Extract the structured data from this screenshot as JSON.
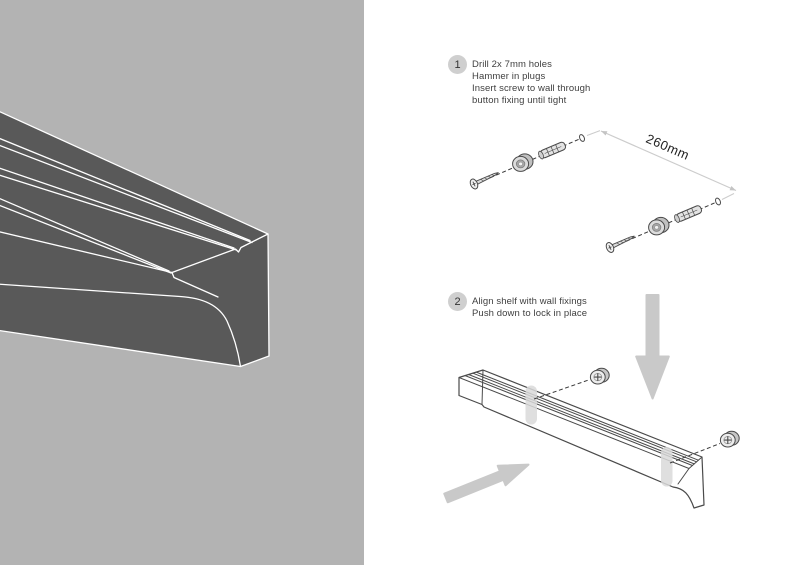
{
  "document": {
    "kind": "shelf wall-mounting instruction sheet",
    "colors": {
      "panel_bg": "#b3b3b3",
      "page_bg": "#ffffff",
      "shelf_render_fill": "#595959",
      "render_outline": "#ffffff",
      "drawing_line": "#4a4a4a",
      "part_fill": "#e0e0e0",
      "slot_highlight": "#d9d9d9",
      "arrow_gray": "#c9c9c9",
      "badge_bg": "#cfcfcf",
      "text": "#3f3f3f",
      "dimension_line": "#cccccc"
    }
  },
  "hero": {
    "name": "dark isometric render of wall shelf profile"
  },
  "steps": [
    {
      "number": "1",
      "lines": [
        "Drill 2x 7mm holes",
        "Hammer in plugs",
        "Insert screw to wall through",
        "button fixing until tight"
      ],
      "diagram": {
        "dimension_label": "260mm",
        "fixings_count": 2,
        "parts": [
          "screw",
          "button-fixing",
          "wall-plug",
          "drill-hole",
          "dimension-line"
        ]
      }
    },
    {
      "number": "2",
      "lines": [
        "Align shelf with wall fixings",
        "Push down to lock in place"
      ],
      "diagram": {
        "fixings_count": 2,
        "parts": [
          "shelf-outline",
          "keyhole-slot",
          "button-fixing",
          "down-arrow",
          "forward-arrow"
        ]
      }
    }
  ]
}
